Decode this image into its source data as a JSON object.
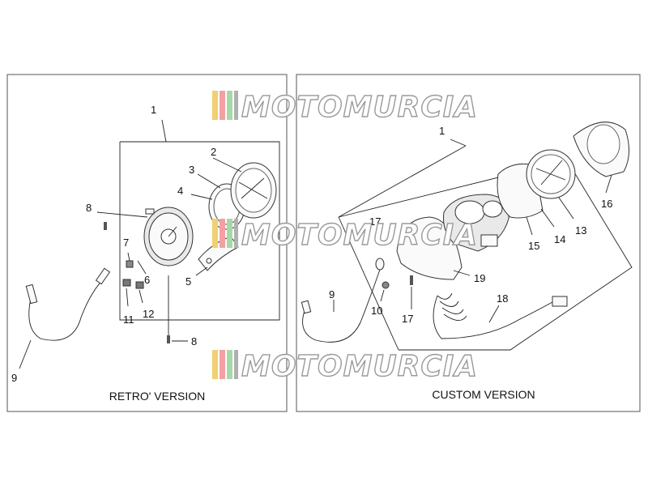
{
  "panels": {
    "left": {
      "caption": "RETRO' VERSION"
    },
    "right": {
      "caption": "CUSTOM VERSION"
    }
  },
  "watermark": {
    "text": "MOTOMURCIA",
    "colors": [
      "#f0d070",
      "#f4a0a0",
      "#a8d8a8",
      "#b0b0b0"
    ]
  },
  "left_callouts": [
    "1",
    "2",
    "3",
    "4",
    "5",
    "6",
    "7",
    "8",
    "8",
    "9",
    "11",
    "12"
  ],
  "right_callouts": [
    "1",
    "9",
    "10",
    "13",
    "14",
    "15",
    "16",
    "17",
    "17",
    "18",
    "19"
  ]
}
